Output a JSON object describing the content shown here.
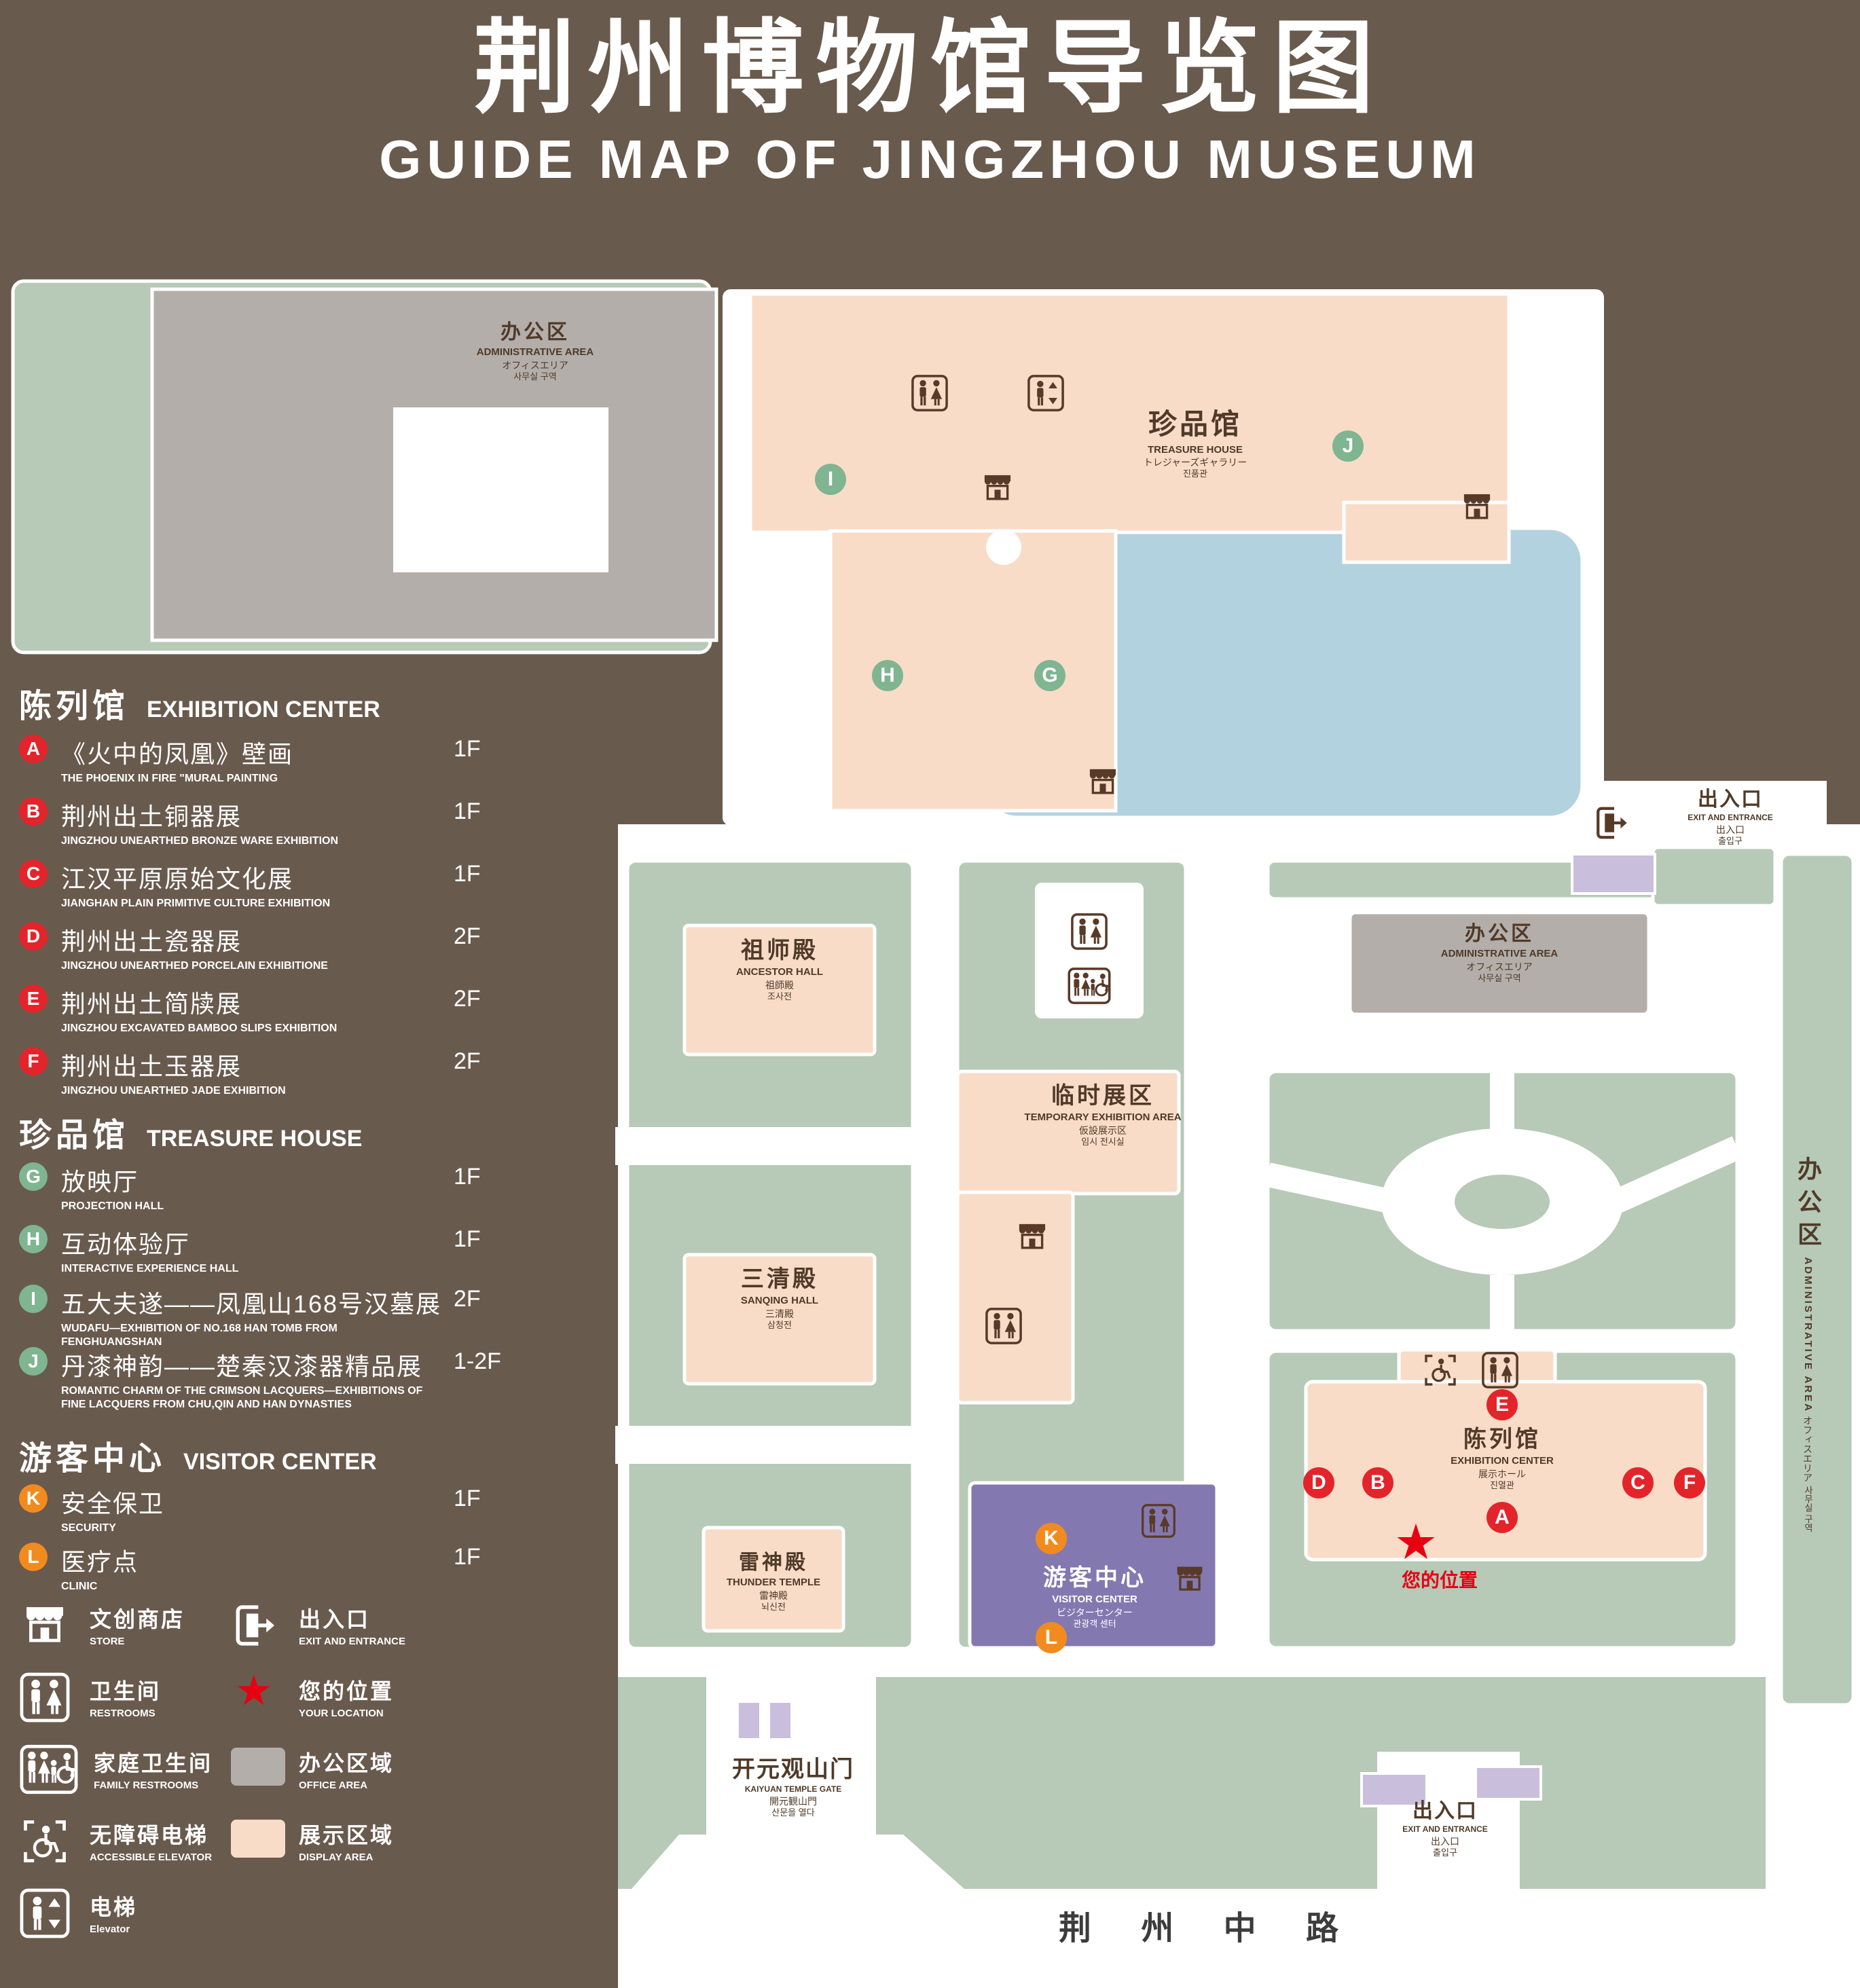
{
  "colors": {
    "background": "#695a4e",
    "landscape_green": "#b7c9b7",
    "display_area_pink": "#f8dcc8",
    "office_area_gray": "#b3aeaa",
    "water_blue": "#b3d2e0",
    "visitor_center_purple": "#8478b0",
    "entrance_lilac": "#c9bfdc",
    "marker_red": "#e3242b",
    "marker_green": "#7fb591",
    "marker_orange": "#f28b1e",
    "icon_brown": "#583a28",
    "location_red": "#e60012"
  },
  "title": {
    "zh": "荆州博物馆导览图",
    "en": "GUIDE MAP OF JINGZHOU MUSEUM"
  },
  "legend": {
    "sections": [
      {
        "zh": "陈列馆",
        "en": "EXHIBITION CENTER",
        "items": [
          {
            "key": "A",
            "zh": "《火中的凤凰》壁画",
            "en": "THE PHOENIX IN FIRE \"MURAL PAINTING",
            "floor": "1F"
          },
          {
            "key": "B",
            "zh": "荆州出土铜器展",
            "en": "JINGZHOU UNEARTHED BRONZE WARE EXHIBITION",
            "floor": "1F"
          },
          {
            "key": "C",
            "zh": "江汉平原原始文化展",
            "en": "JIANGHAN PLAIN PRIMITIVE CULTURE EXHIBITION",
            "floor": "1F"
          },
          {
            "key": "D",
            "zh": "荆州出土瓷器展",
            "en": "JINGZHOU UNEARTHED PORCELAIN EXHIBITIONE",
            "floor": "2F"
          },
          {
            "key": "E",
            "zh": "荆州出土简牍展",
            "en": "JINGZHOU EXCAVATED BAMBOO SLIPS EXHIBITION",
            "floor": "2F"
          },
          {
            "key": "F",
            "zh": "荆州出土玉器展",
            "en": "JINGZHOU UNEARTHED JADE EXHIBITION",
            "floor": "2F"
          }
        ]
      },
      {
        "zh": "珍品馆",
        "en": "TREASURE HOUSE",
        "items": [
          {
            "key": "G",
            "zh": "放映厅",
            "en": "PROJECTION HALL",
            "floor": "1F"
          },
          {
            "key": "H",
            "zh": "互动体验厅",
            "en": "INTERACTIVE EXPERIENCE HALL",
            "floor": "1F"
          },
          {
            "key": "I",
            "zh": "五大夫遂——凤凰山168号汉墓展",
            "en": "WUDAFU—EXHIBITION OF NO.168 HAN TOMB FROM FENGHUANGSHAN",
            "floor": "2F"
          },
          {
            "key": "J",
            "zh": "丹漆神韵——楚秦汉漆器精品展",
            "en": "ROMANTIC CHARM OF THE CRIMSON LACQUERS—EXHIBITIONS OF FINE LACQUERS FROM CHU,QIN AND HAN DYNASTIES",
            "floor": "1-2F"
          }
        ]
      },
      {
        "zh": "游客中心",
        "en": "VISITOR CENTER",
        "items": [
          {
            "key": "K",
            "zh": "安全保卫",
            "en": "SECURITY",
            "floor": "1F"
          },
          {
            "key": "L",
            "zh": "医疗点",
            "en": "CLINIC",
            "floor": "1F"
          }
        ]
      }
    ],
    "symbols": [
      {
        "zh": "文创商店",
        "en": "STORE"
      },
      {
        "zh": "出入口",
        "en": "EXIT AND ENTRANCE"
      },
      {
        "zh": "卫生间",
        "en": "RESTROOMS"
      },
      {
        "zh": "您的位置",
        "en": "YOUR LOCATION"
      },
      {
        "zh": "家庭卫生间",
        "en": "FAMILY RESTROOMS"
      },
      {
        "zh": "办公区域",
        "en": "OFFICE AREA"
      },
      {
        "zh": "无障碍电梯",
        "en": "ACCESSIBLE ELEVATOR"
      },
      {
        "zh": "展示区域",
        "en": "DISPLAY AREA"
      },
      {
        "zh": "电梯",
        "en": "Elevator"
      }
    ]
  },
  "map": {
    "markers": {
      "A": "A",
      "B": "B",
      "C": "C",
      "D": "D",
      "E": "E",
      "F": "F",
      "G": "G",
      "H": "H",
      "I": "I",
      "J": "J",
      "K": "K",
      "L": "L"
    },
    "admin_top": {
      "zh": "办公区",
      "en": "ADMINISTRATIVE AREA",
      "ja": "オフィスエリア",
      "ko": "사무실 구역"
    },
    "treasure": {
      "zh": "珍品馆",
      "en": "TREASURE HOUSE",
      "ja": "トレジャーズギャラリー",
      "ko": "진품관"
    },
    "exit_right": {
      "zh": "出入口",
      "en": "EXIT AND ENTRANCE",
      "ja": "出入口",
      "ko": "출입구"
    },
    "admin_mid": {
      "zh": "办公区",
      "en": "ADMINISTRATIVE AREA",
      "ja": "オフィスエリア",
      "ko": "사무실 구역"
    },
    "ancestor": {
      "zh": "祖师殿",
      "en": "ANCESTOR HALL",
      "ja": "祖師殿",
      "ko": "조사전"
    },
    "temporary": {
      "zh": "临时展区",
      "en": "TEMPORARY EXHIBITION AREA",
      "ja": "仮設展示区",
      "ko": "임시 전시실"
    },
    "sanqing": {
      "zh": "三清殿",
      "en": "SANQING HALL",
      "ja": "三清殿",
      "ko": "삼청전"
    },
    "thunder": {
      "zh": "雷神殿",
      "en": "THUNDER TEMPLE",
      "ja": "雷神殿",
      "ko": "뇌신전"
    },
    "visitor": {
      "zh": "游客中心",
      "en": "VISITOR CENTER",
      "ja": "ビジターセンター",
      "ko": "관광객 센터"
    },
    "exhibition": {
      "zh": "陈列馆",
      "en": "EXHIBITION CENTER",
      "ja": "展示ホール",
      "ko": "진열관"
    },
    "your_location": "您的位置",
    "gate": {
      "zh": "开元观山门",
      "en": "KAIYUAN TEMPLE GATE",
      "ja": "開元観山門",
      "ko": "산문을 열다"
    },
    "exit_bottom": {
      "zh": "出入口",
      "en": "EXIT AND ENTRANCE",
      "ja": "出入口",
      "ko": "출입구"
    },
    "road": "荆 州 中 路",
    "admin_right": {
      "zh": "办公区",
      "en": "ADMINISTRATIVE AREA",
      "ja": "オフィスエリア",
      "ko": "사무실 구역"
    }
  }
}
